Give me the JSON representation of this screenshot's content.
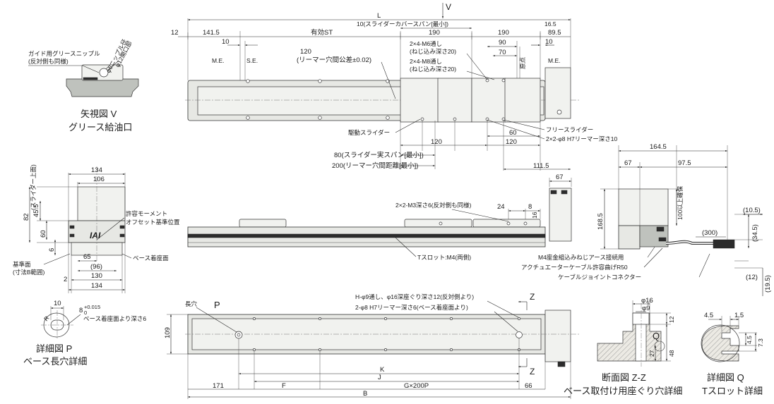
{
  "view_v": {
    "arrow_label": "V",
    "grease_nipple": "ガイド用グリースニップル",
    "grease_nipple_note": "(反対側も同様)",
    "nipple": "φ6ニップル径",
    "opening": "φ12開口部",
    "title_1": "矢視図 V",
    "title_2": "グリース給油口"
  },
  "top_view": {
    "L": "L",
    "d12": "12",
    "d141_5": "141.5",
    "stroke": "有効ST",
    "cover_span": "10(スライダーカバースパン[最小])",
    "d190a": "190",
    "d190b": "190",
    "d16_5": "16.5",
    "d89_5": "89.5",
    "d10a": "10",
    "d10b": "10",
    "d90": "90",
    "d70": "70",
    "me_left": "M.E.",
    "se": "S.E.",
    "me_right": "M.E.",
    "origin": "原点",
    "ream_tol_1": "120",
    "ream_tol_2": "(リーマー穴間公差±0.02)",
    "m6_1": "2×4-M6通し",
    "m6_2": "(ねじ込み深さ20)",
    "m8_1": "2×4-M8通し",
    "m8_2": "(ねじ込み深さ20)",
    "drive_slider": "駆動スライダー",
    "free_slider": "フリースライダー",
    "ream_hole": "2×2-φ8 H7リーマー深さ10",
    "d60": "60",
    "d120a": "120",
    "d120b": "120",
    "slider_span": "80(スライダー実スパン[最小])",
    "ream_span": "200(リーマー穴間距離[最小])",
    "d111_5": "111.5"
  },
  "end_view": {
    "d134top": "134",
    "d106": "106",
    "slider_top": "(スライダー上面)",
    "d82": "82",
    "d45_5": "45.5",
    "d60": "60",
    "d6": "6",
    "moment_1": "許容モーメント",
    "moment_2": "オフセット基準位置",
    "base_face": "ベース着座面",
    "ref_1": "基準面",
    "ref_2": "(寸法B範囲)",
    "d65": "65",
    "d96": "(96)",
    "d2": "2",
    "d130": "130",
    "d134bot": "134",
    "logo": "IAI"
  },
  "side_view": {
    "m3": "2×2-M3深さ6(反対側も同様)",
    "d24": "24",
    "d8": "8",
    "d16": "16",
    "d67": "67",
    "tslot": "Tスロット:M4(両側)",
    "m4_ground": "M4座金組込みねじアース接続用",
    "bend": "アクチュエーターケーブル許容曲げR50",
    "connector": "ケーブルジョイントコネクター"
  },
  "motor_view": {
    "d164_5": "164.5",
    "d67": "67",
    "d97_5": "97.5",
    "d168_5": "168.5",
    "clearance": "100以上確保",
    "d300": "(300)",
    "d10_5": "(10.5)",
    "d34_5": "(34.5)",
    "d12": "(12)",
    "d19_5": "(19.5)"
  },
  "detail_p": {
    "d10": "10",
    "tol": "8",
    "tol_sup": "+0.015",
    "tol_sub": "0",
    "depth": "ベース着座面より深さ6",
    "radius": "R",
    "title_1": "詳細図 P",
    "title_2": "ベース長穴詳細"
  },
  "bottom_view": {
    "slot": "長穴",
    "p": "P",
    "holes": "H-φ9通し、φ16深座ぐり深さ12(反対側より)",
    "reamer": "2-φ8 H7リーマー深さ6(ベース着座面より)",
    "z_top": "Z",
    "z_bot": "Z",
    "d109": "109",
    "K": "K",
    "J": "J",
    "d171": "171",
    "F": "F",
    "G": "G×200P",
    "d66": "66",
    "B": "B"
  },
  "section_zz": {
    "d16": "φ16",
    "d9": "φ9",
    "d12": "12",
    "d48": "48",
    "d27": "27",
    "q": "Q",
    "title_1": "断面図 Z-Z",
    "title_2": "ベース取付け用座ぐり穴詳細"
  },
  "detail_q": {
    "d4_5": "4.5",
    "d1_5": "1.5",
    "d4_5v": "4.5",
    "d7_3": "7.3",
    "title_1": "詳細図 Q",
    "title_2": "Tスロット詳細"
  }
}
